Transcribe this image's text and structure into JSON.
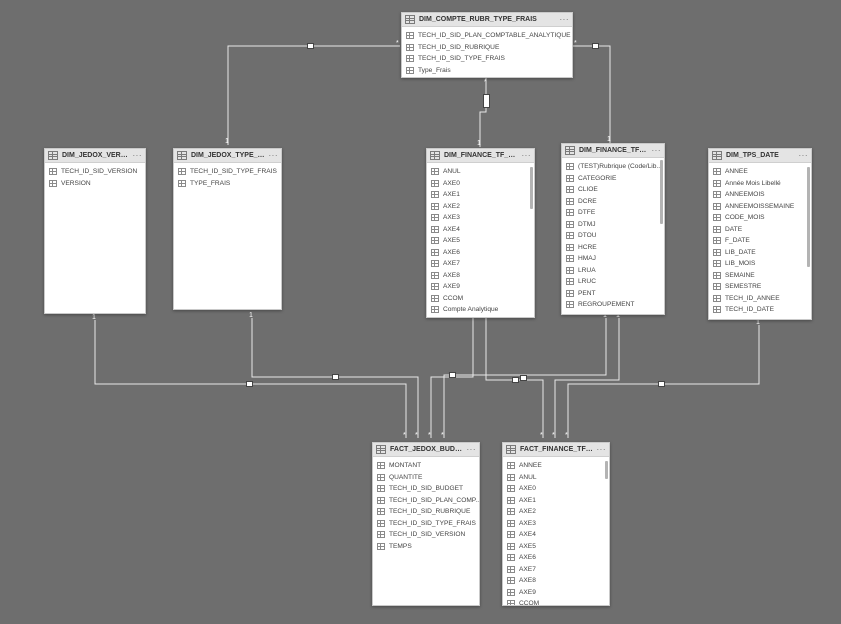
{
  "colors": {
    "canvas": "#6e6e6e",
    "line": "#e8e8e8",
    "header": "#e4e4e4"
  },
  "tables": {
    "compte": {
      "name": "DIM_COMPTE_RUBR_TYPE_FRAIS",
      "fields": [
        "TECH_ID_SID_PLAN_COMPTABLE_ANALYTIQUE",
        "TECH_ID_SID_RUBRIQUE",
        "TECH_ID_SID_TYPE_FRAIS",
        "Type_Frais"
      ]
    },
    "version": {
      "name": "DIM_JEDOX_VERSION",
      "fields": [
        "TECH_ID_SID_VERSION",
        "VERSION"
      ]
    },
    "typefrais": {
      "name": "DIM_JEDOX_TYPE_FRAIS",
      "fields": [
        "TECH_ID_SID_TYPE_FRAIS",
        "TYPE_FRAIS"
      ]
    },
    "plan": {
      "name": "DIM_FINANCE_TF_PLA...",
      "fields": [
        "ANUL",
        "AXE0",
        "AXE1",
        "AXE2",
        "AXE3",
        "AXE4",
        "AXE5",
        "AXE6",
        "AXE7",
        "AXE8",
        "AXE9",
        "CCOM",
        "Compte Analytique"
      ]
    },
    "rubr": {
      "name": "DIM_FINANCE_TF_R...",
      "fields": [
        "(TEST)Rubrique (Code/Lib...",
        "CATEGORIE",
        "CLIOE",
        "DCRE",
        "DTFE",
        "DTMJ",
        "DTOU",
        "HCRE",
        "HMAJ",
        "LRUA",
        "LRUC",
        "PENT",
        "REGROUPEMENT"
      ]
    },
    "date": {
      "name": "DIM_TPS_DATE",
      "fields": [
        "ANNEE",
        "Année Mois Libellé",
        "ANNEEMOIS",
        "ANNEEMOISSEMAINE",
        "CODE_MOIS",
        "DATE",
        "F_DATE",
        "LIB_DATE",
        "LIB_MOIS",
        "SEMAINE",
        "SEMESTRE",
        "TECH_ID_ANNEE",
        "TECH_ID_DATE"
      ]
    },
    "budget": {
      "name": "FACT_JEDOX_BUDGET",
      "fields": [
        "MONTANT",
        "QUANTITE",
        "TECH_ID_SID_BUDGET",
        "TECH_ID_SID_PLAN_COMP...",
        "TECH_ID_SID_RUBRIQUE",
        "TECH_ID_SID_TYPE_FRAIS",
        "TECH_ID_SID_VERSION",
        "TEMPS"
      ]
    },
    "fact": {
      "name": "FACT_FINANCE_TF_EC...",
      "fields": [
        "ANNEE",
        "ANUL",
        "AXE0",
        "AXE1",
        "AXE2",
        "AXE3",
        "AXE4",
        "AXE5",
        "AXE6",
        "AXE7",
        "AXE8",
        "AXE9",
        "CCOM"
      ]
    }
  },
  "cardinality": {
    "one": "1",
    "many": "*"
  },
  "more_glyph": "···"
}
